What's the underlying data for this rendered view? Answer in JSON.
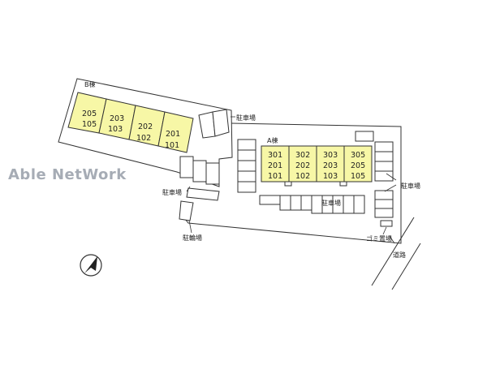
{
  "watermark": "Able NetWork",
  "colors": {
    "unit_fill": "#f7f7a6",
    "line": "#333333"
  },
  "building_b": {
    "label": "B棟",
    "units": [
      {
        "upper": "205",
        "lower": "105"
      },
      {
        "upper": "203",
        "lower": "103"
      },
      {
        "upper": "202",
        "lower": "102"
      },
      {
        "upper": "201",
        "lower": "101"
      }
    ]
  },
  "building_a": {
    "label": "A棟",
    "units": [
      {
        "r1": "301",
        "r2": "201",
        "r3": "101"
      },
      {
        "r1": "302",
        "r2": "202",
        "r3": "102"
      },
      {
        "r1": "303",
        "r2": "203",
        "r3": "103"
      },
      {
        "r1": "305",
        "r2": "205",
        "r3": "105"
      }
    ]
  },
  "labels": {
    "parking_top": "駐車場",
    "parking_left": "駐車場",
    "parking_center": "駐車場",
    "parking_right": "駐車場",
    "bicycle": "駐輪場",
    "garbage": "ゴミ置場",
    "road": "道路"
  },
  "compass_icon": "north-arrow-icon"
}
